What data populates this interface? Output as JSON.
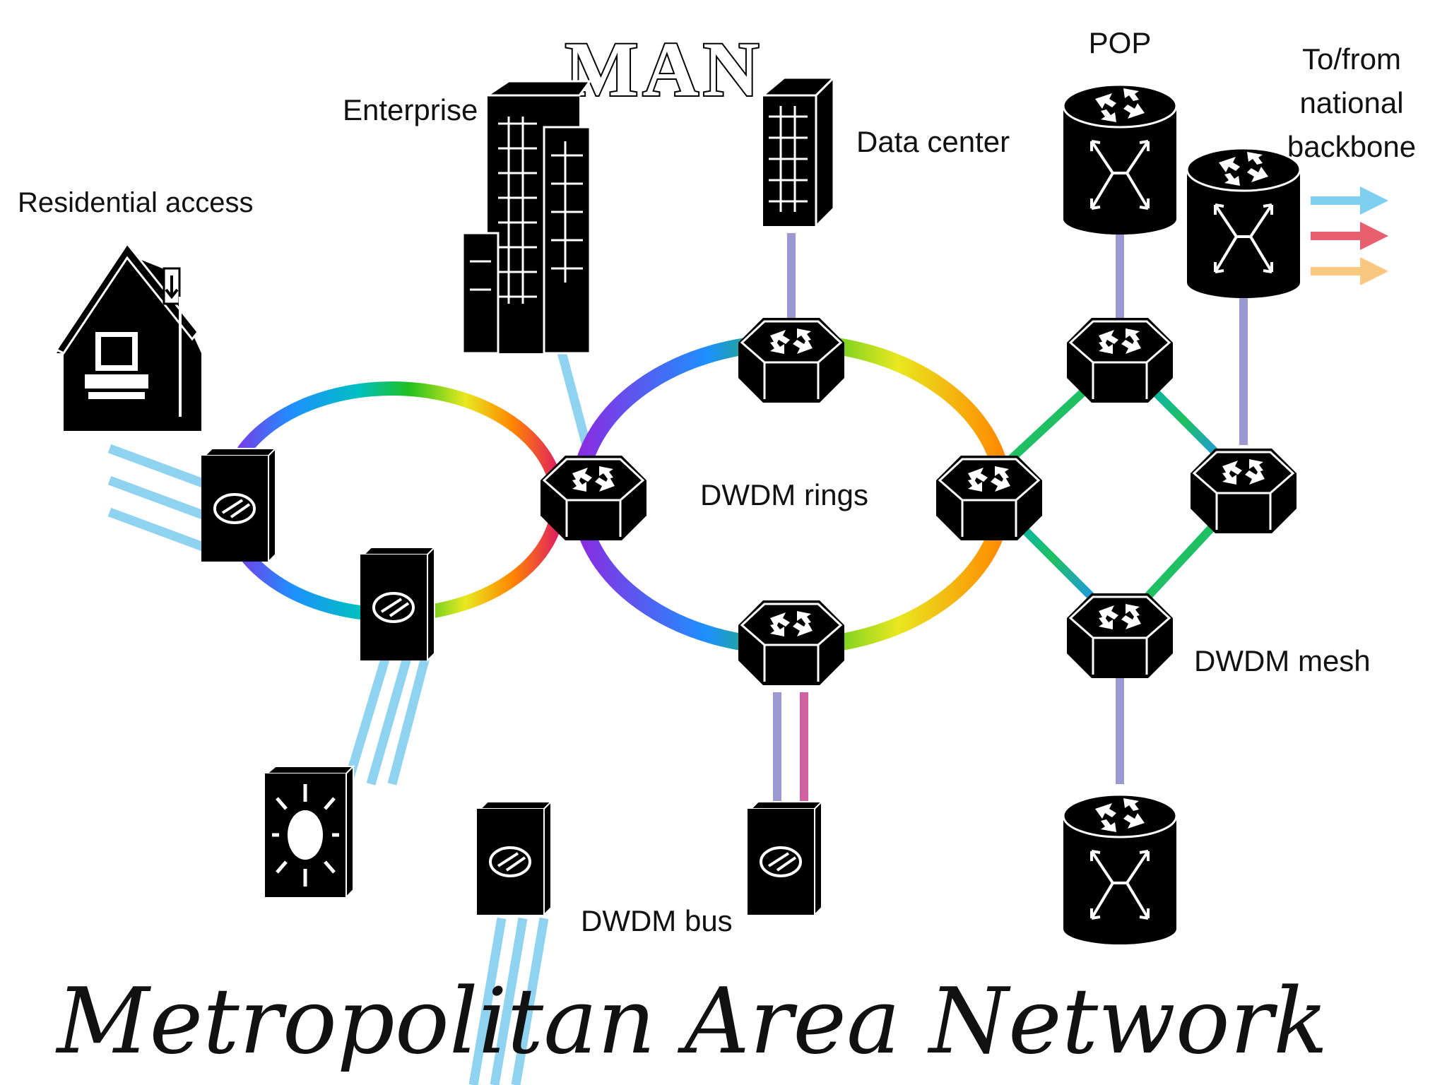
{
  "title": "MAN",
  "subtitle": "Metropolitan Area Network",
  "labels": {
    "residential": "Residential access",
    "enterprise": "Enterprise",
    "data_center": "Data center",
    "pop": "POP",
    "backbone_line1": "To/from",
    "backbone_line2": "national",
    "backbone_line3": "backbone",
    "rings": "DWDM rings",
    "mesh": "DWDM mesh",
    "bus": "DWDM bus"
  },
  "icons": {
    "house": "house-with-computer-icon",
    "enterprise": "office-building-icon",
    "datacenter": "datacenter-building-icon",
    "router": "router-icon",
    "switch": "optical-switch-icon",
    "cross_connect": "cross-connect-router-icon",
    "star_switch": "star-switch-icon"
  },
  "colors": {
    "access_link": "#8fd3f0",
    "trunk_link": "#9a9ad0",
    "pink_link": "#d060a0",
    "arrow_blue": "#7fd0f0",
    "arrow_red": "#e86070",
    "arrow_orange": "#f8c880",
    "spectrum": [
      "#8a2be2",
      "#1e90ff",
      "#00c0c0",
      "#20c020",
      "#e8e820",
      "#ff8800",
      "#e02060"
    ]
  }
}
